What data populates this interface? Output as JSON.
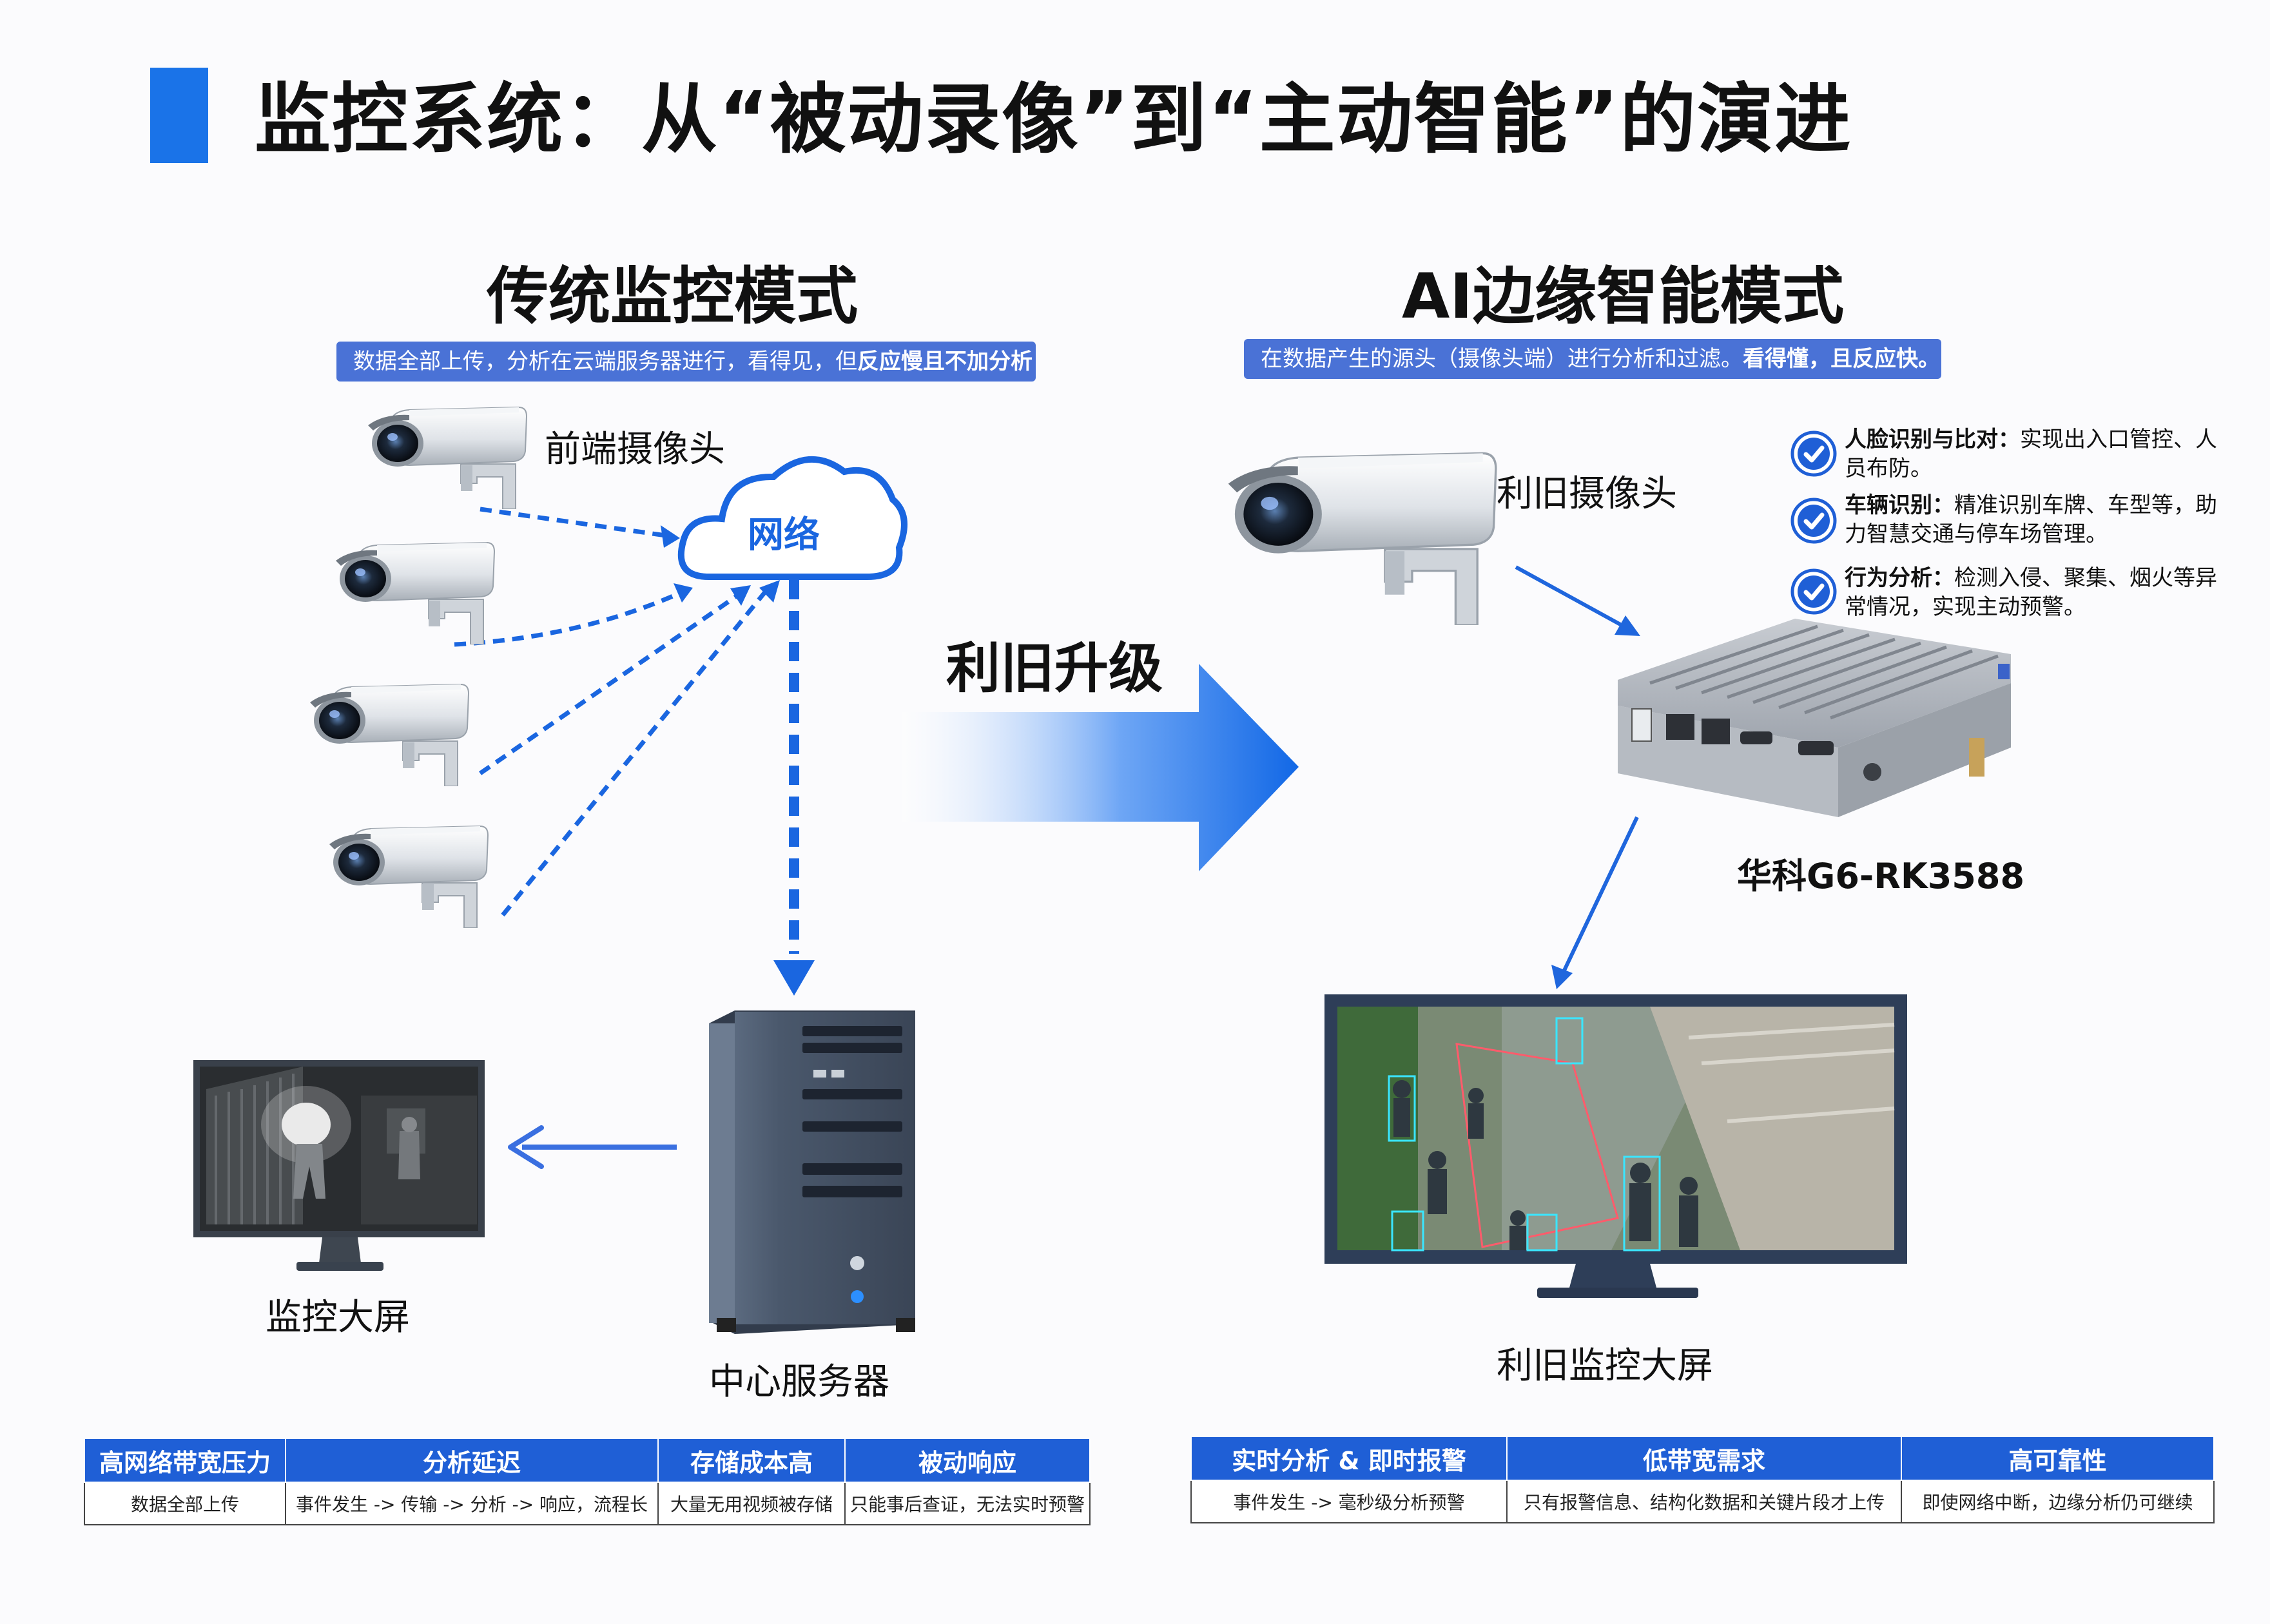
{
  "title": "监控系统：从“被动录像”到“主动智能”的演进",
  "left": {
    "heading": "传统监控模式",
    "subtitle_plain": "数据全部上传，分析在云端服务器进行，看得见，但",
    "subtitle_bold": "反应慢且不加分析",
    "cameras_label": "前端摄像头",
    "cloud_label": "网络",
    "server_label": "中心服务器",
    "monitor_label": "监控大屏",
    "table": {
      "headers": [
        "高网络带宽压力",
        "分析延迟",
        "存储成本高",
        "被动响应"
      ],
      "cells": [
        "数据全部上传",
        "事件发生 -> 传输 -> 分析 -> 响应，流程长",
        "大量无用视频被存储",
        "只能事后查证，无法实时预警"
      ]
    }
  },
  "upgrade_label": "利旧升级",
  "right": {
    "heading": "AI边缘智能模式",
    "subtitle_plain": "在数据产生的源头（摄像头端）进行分析和过滤。",
    "subtitle_bold": "看得懂，且反应快。",
    "camera_label": "利旧摄像头",
    "device_label": "华科G6-RK3588",
    "monitor_label": "利旧监控大屏",
    "features": [
      {
        "title": "人脸识别与比对：",
        "text": "实现出入口管控、人员布防。"
      },
      {
        "title": "车辆识别：",
        "text": "精准识别车牌、车型等，助力智慧交通与停车场管理。"
      },
      {
        "title": "行为分析：",
        "text": "检测入侵、聚集、烟火等异常情况，实现主动预警。"
      }
    ],
    "table": {
      "headers": [
        "实时分析 & 即时报警",
        "低带宽需求",
        "高可靠性"
      ],
      "cells": [
        "事件发生 -> 毫秒级分析预警",
        "只有报警信息、结构化数据和关键片段才上传",
        "即使网络中断，边缘分析仍可继续"
      ]
    }
  },
  "colors": {
    "accent": "#1a73e8",
    "banner": "#4a72d6",
    "table_header": "#1f5fd6"
  }
}
